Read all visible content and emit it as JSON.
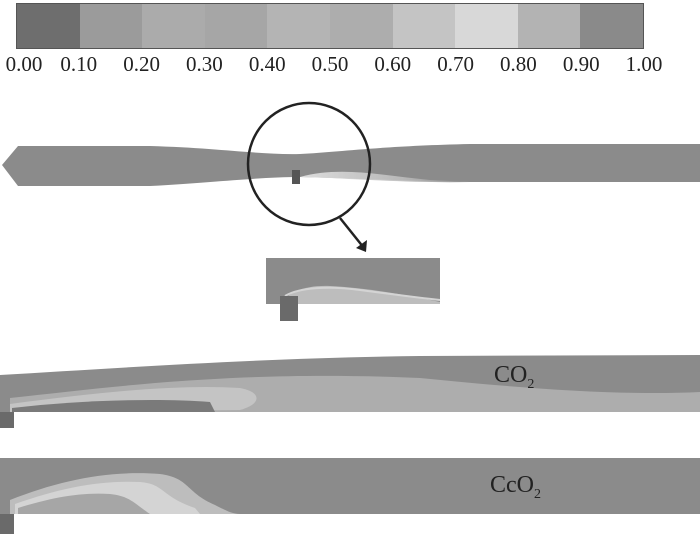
{
  "scale": {
    "ticks": [
      "0.00",
      "0.10",
      "0.20",
      "0.30",
      "0.40",
      "0.50",
      "0.60",
      "0.70",
      "0.80",
      "0.90",
      "1.00"
    ],
    "bin_colors": [
      "#6e6e6e",
      "#9b9b9b",
      "#ababab",
      "#a6a6a6",
      "#b4b4b4",
      "#adadad",
      "#c4c4c4",
      "#d8d8d8",
      "#b3b3b3",
      "#8a8a8a"
    ]
  },
  "panels": {
    "co2_label": {
      "main": "CO",
      "sub": "2"
    },
    "cco2_label": {
      "main": "CcO",
      "sub": "2"
    }
  },
  "colors": {
    "channel": "#8b8b8b",
    "light": "#bdbdbd",
    "lighter": "#d4d4d4",
    "dark": "#6a6a6a",
    "outline": "#222222"
  }
}
